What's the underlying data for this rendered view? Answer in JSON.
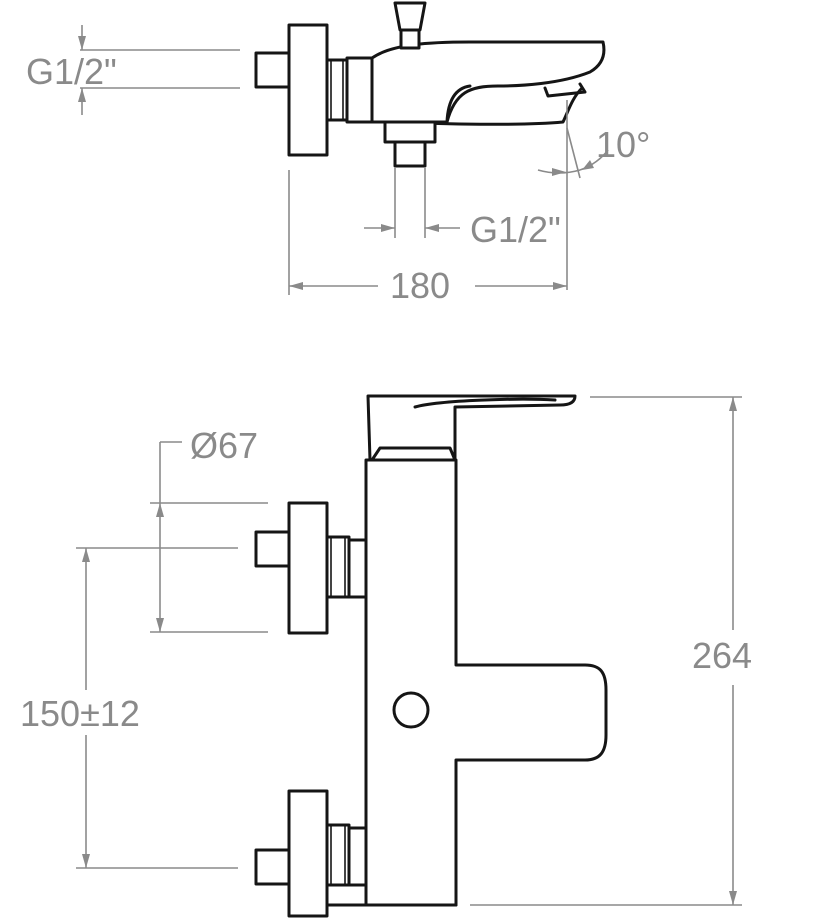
{
  "labels": {
    "inlet_thread_top": "G1/2\"",
    "spout_angle": "10°",
    "outlet_thread": "G1/2\"",
    "total_width": "180",
    "handle_diameter": "Ø67",
    "inlet_spacing": "150±12",
    "total_height": "264"
  },
  "colors": {
    "line": "#151515",
    "dimension": "#8a8a8a",
    "background": "#ffffff"
  }
}
